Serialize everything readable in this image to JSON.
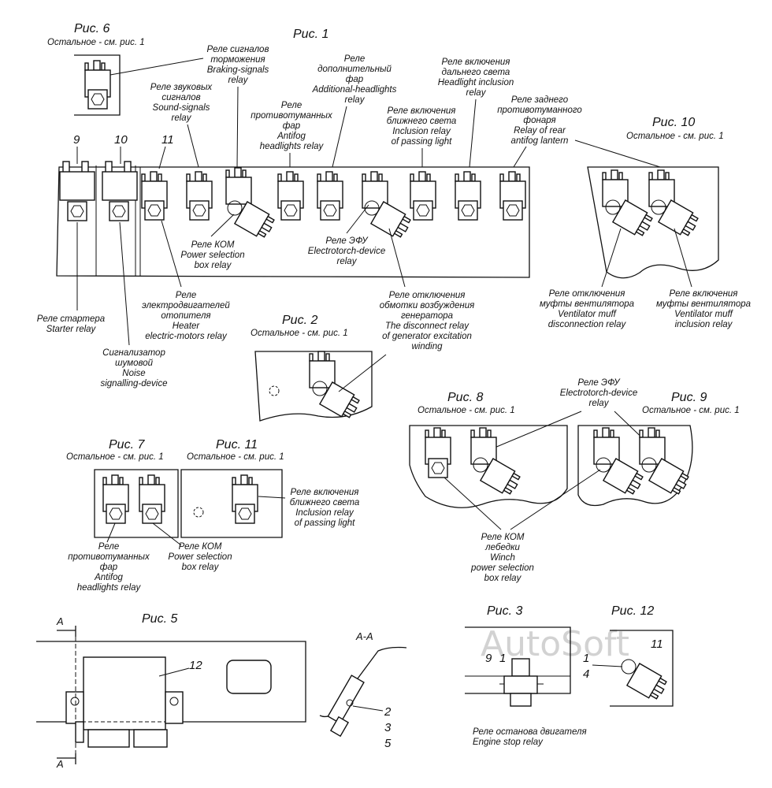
{
  "figures": {
    "fig1": "Рис. 1",
    "fig2": "Рис. 2",
    "fig3": "Рис. 3",
    "fig5": "Рис. 5",
    "fig6": "Рис. 6",
    "fig7": "Рис. 7",
    "fig8": "Рис. 8",
    "fig9": "Рис. 9",
    "fig10": "Рис. 10",
    "fig11": "Рис. 11",
    "fig12": "Рис. 12",
    "rest": "Остальное - см. рис. 1",
    "section": "A-A",
    "cut": "A"
  },
  "watermark": "AutoSoft",
  "labels": {
    "braking": [
      "Реле сигналов",
      "торможения",
      "Braking-signals",
      "relay"
    ],
    "additional_headlights": [
      "Реле",
      "дополнительный",
      "фар",
      "Additional-headlights",
      "relay"
    ],
    "headlight_inclusion": [
      "Реле включения",
      "дальнего света",
      "Headlight inclusion",
      "relay"
    ],
    "sound": [
      "Реле звуковых",
      "сигналов",
      "Sound-signals",
      "relay"
    ],
    "antifog_fig1": [
      "Реле",
      "противотуманных",
      "фар",
      "Antifog",
      "headlights relay"
    ],
    "passing_fig1": [
      "Реле включения",
      "ближнего света",
      "Inclusion relay",
      "of passing light"
    ],
    "rear_antifog": [
      "Реле заднего",
      "противотуманного",
      "фонаря",
      "Relay of rear",
      "antifog lantern"
    ],
    "kom_fig1": [
      "Реле КОМ",
      "Power selection",
      "box relay"
    ],
    "efu_fig1": [
      "Реле ЭФУ",
      "Electrotorch-device",
      "relay"
    ],
    "heater": [
      "Реле",
      "электродвигателей",
      "отопителя",
      "Heater",
      "electric-motors relay"
    ],
    "starter": [
      "Реле стартера",
      "Starter relay"
    ],
    "noise": [
      "Сигнализатор",
      "шумовой",
      "Noise",
      "signalling-device"
    ],
    "generator": [
      "Реле отключения",
      "обмотки возбуждения",
      "генератора",
      "The disconnect relay",
      "of generator excitation",
      "winding"
    ],
    "vent_off": [
      "Реле отключения",
      "муфты вентилятора",
      "Ventilator muff",
      "disconnection relay"
    ],
    "vent_on": [
      "Реле включения",
      "муфты вентилятора",
      "Ventilator muff",
      "inclusion relay"
    ],
    "efu_fig89": [
      "Реле ЭФУ",
      "Electrotorch-device",
      "relay"
    ],
    "antifog_fig7": [
      "Реле",
      "противотуманных",
      "фар",
      "Antifog",
      "headlights relay"
    ],
    "kom_fig7": [
      "Реле КОМ",
      "Power selection",
      "box relay"
    ],
    "passing_fig11": [
      "Реле включения",
      "ближнего света",
      "Inclusion relay",
      "of passing light"
    ],
    "winch": [
      "Реле КОМ",
      "лебедки",
      "Winch",
      "power selection",
      "box relay"
    ],
    "engine_stop": [
      "Реле останова двигателя",
      "Engine stop relay"
    ]
  },
  "numbers": {
    "n9": "9",
    "n10": "10",
    "n11": "11",
    "n12": "12",
    "n2": "2",
    "n3": "3",
    "n5": "5",
    "f3_1": "1",
    "f3_9": "9",
    "f12_1": "1",
    "f12_4": "4",
    "f12_11": "11"
  }
}
